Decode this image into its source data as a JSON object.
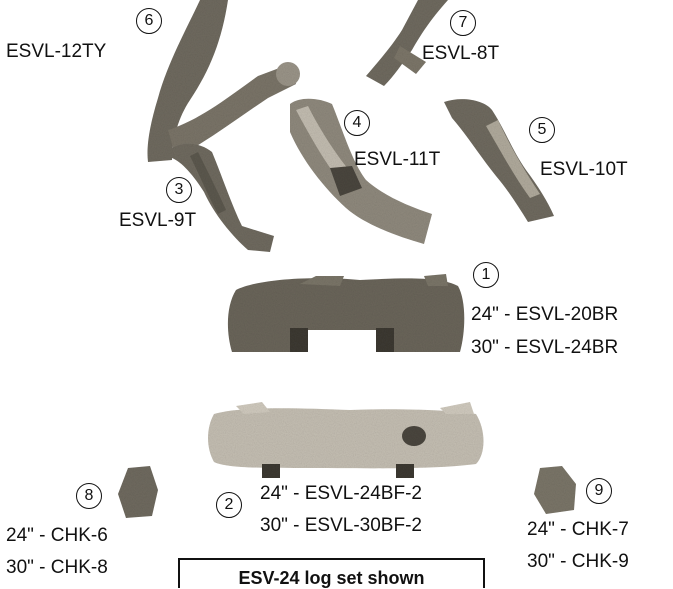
{
  "parts": [
    {
      "num": "1",
      "codes": [
        "24\" - ESVL-20BR",
        "30\" - ESVL-24BR"
      ]
    },
    {
      "num": "2",
      "codes": [
        "24\" - ESVL-24BF-2",
        "30\" - ESVL-30BF-2"
      ]
    },
    {
      "num": "3",
      "codes": [
        "ESVL-9T"
      ]
    },
    {
      "num": "4",
      "codes": [
        "ESVL-11T"
      ]
    },
    {
      "num": "5",
      "codes": [
        "ESVL-10T"
      ]
    },
    {
      "num": "6",
      "codes": [
        "ESVL-12TY"
      ]
    },
    {
      "num": "7",
      "codes": [
        "ESVL-8T"
      ]
    },
    {
      "num": "8",
      "codes": [
        "24\" - CHK-6",
        "30\" - CHK-8"
      ]
    },
    {
      "num": "9",
      "codes": [
        "24\" - CHK-7",
        "30\" - CHK-9"
      ]
    }
  ],
  "caption": "ESV-24 log set shown",
  "colors": {
    "log_bark": "#6f6a5f",
    "log_light": "#b8b2a6",
    "ink": "#111111"
  }
}
